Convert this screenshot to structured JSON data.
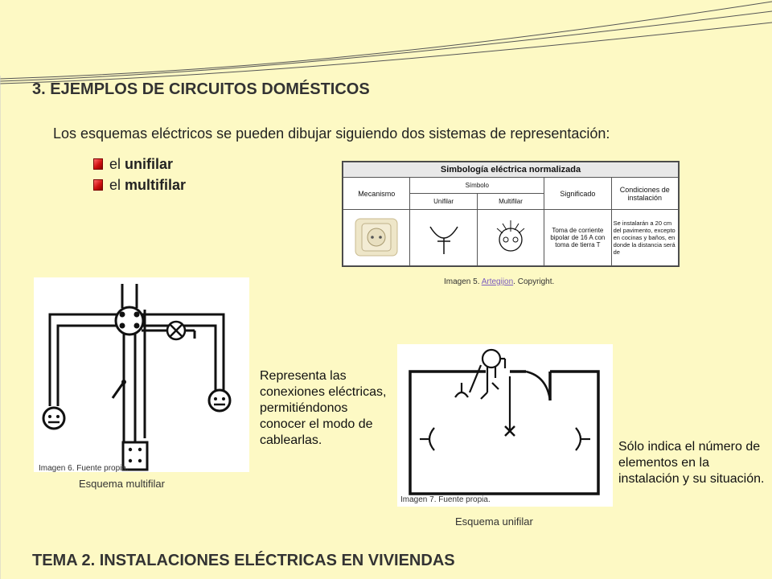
{
  "slide": {
    "title": "3. EJEMPLOS DE CIRCUITOS DOMÉSTICOS",
    "intro": "Los esquemas eléctricos se pueden dibujar siguiendo dos sistemas de representación:",
    "bullets": [
      {
        "prefix": "el ",
        "term": "unifilar"
      },
      {
        "prefix": "el ",
        "term": "multifilar"
      }
    ],
    "footer": "TEMA 2. INSTALACIONES ELÉCTRICAS EN VIVIENDAS"
  },
  "symbol_table": {
    "title": "Simbología eléctrica normalizada",
    "col_mecanismo": "Mecanismo",
    "col_simbolo": "Símbolo",
    "col_unifilar": "Unifilar",
    "col_multifilar": "Multifilar",
    "col_significado": "Significado",
    "col_condiciones": "Condiciones de instalación",
    "significado": "Toma de corriente bipolar de 16 A  con toma de tierra T",
    "condiciones": "Se instalarán a 20 cm del pavimento, excepto en cocinas y baños, en donde la distancia será de"
  },
  "captions": {
    "img5_prefix": "Imagen 5. ",
    "img5_link": "Artegijon",
    "img5_suffix": ". Copyright.",
    "img6": "Imagen 6. Fuente propia.",
    "img7": "Imagen 7. Fuente propia."
  },
  "multifilar": {
    "label": "Esquema multifilar",
    "description": "Representa las conexiones eléctricas, permitiéndonos conocer el modo de cablearlas."
  },
  "unifilar": {
    "label": "Esquema unifilar",
    "description": "Sólo indica el número de elementos en la instalación y su situación."
  },
  "colors": {
    "background": "#fdf9c4",
    "bullet_marker": "#d01010",
    "link": "#7b5cbf"
  }
}
